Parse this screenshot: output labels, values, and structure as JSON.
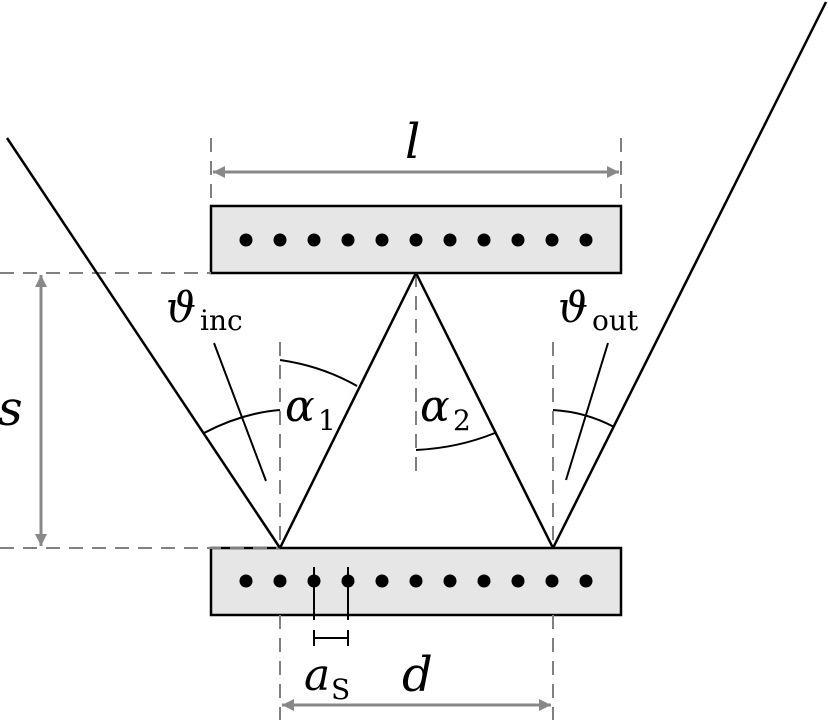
{
  "labels": {
    "l": "l",
    "s": "s",
    "d": "d",
    "theta": "ϑ",
    "theta_inc_sub": "inc",
    "theta_out_sub": "out",
    "alpha": "α",
    "alpha1_sub": "1",
    "alpha2_sub": "2",
    "a": "a",
    "a_sub": "S"
  },
  "plates": {
    "top_dot_count": 11,
    "bottom_dot_count": 11
  },
  "colors": {
    "plate_fill": "#e6e6e6",
    "line": "#000000",
    "dimension": "#808080"
  }
}
